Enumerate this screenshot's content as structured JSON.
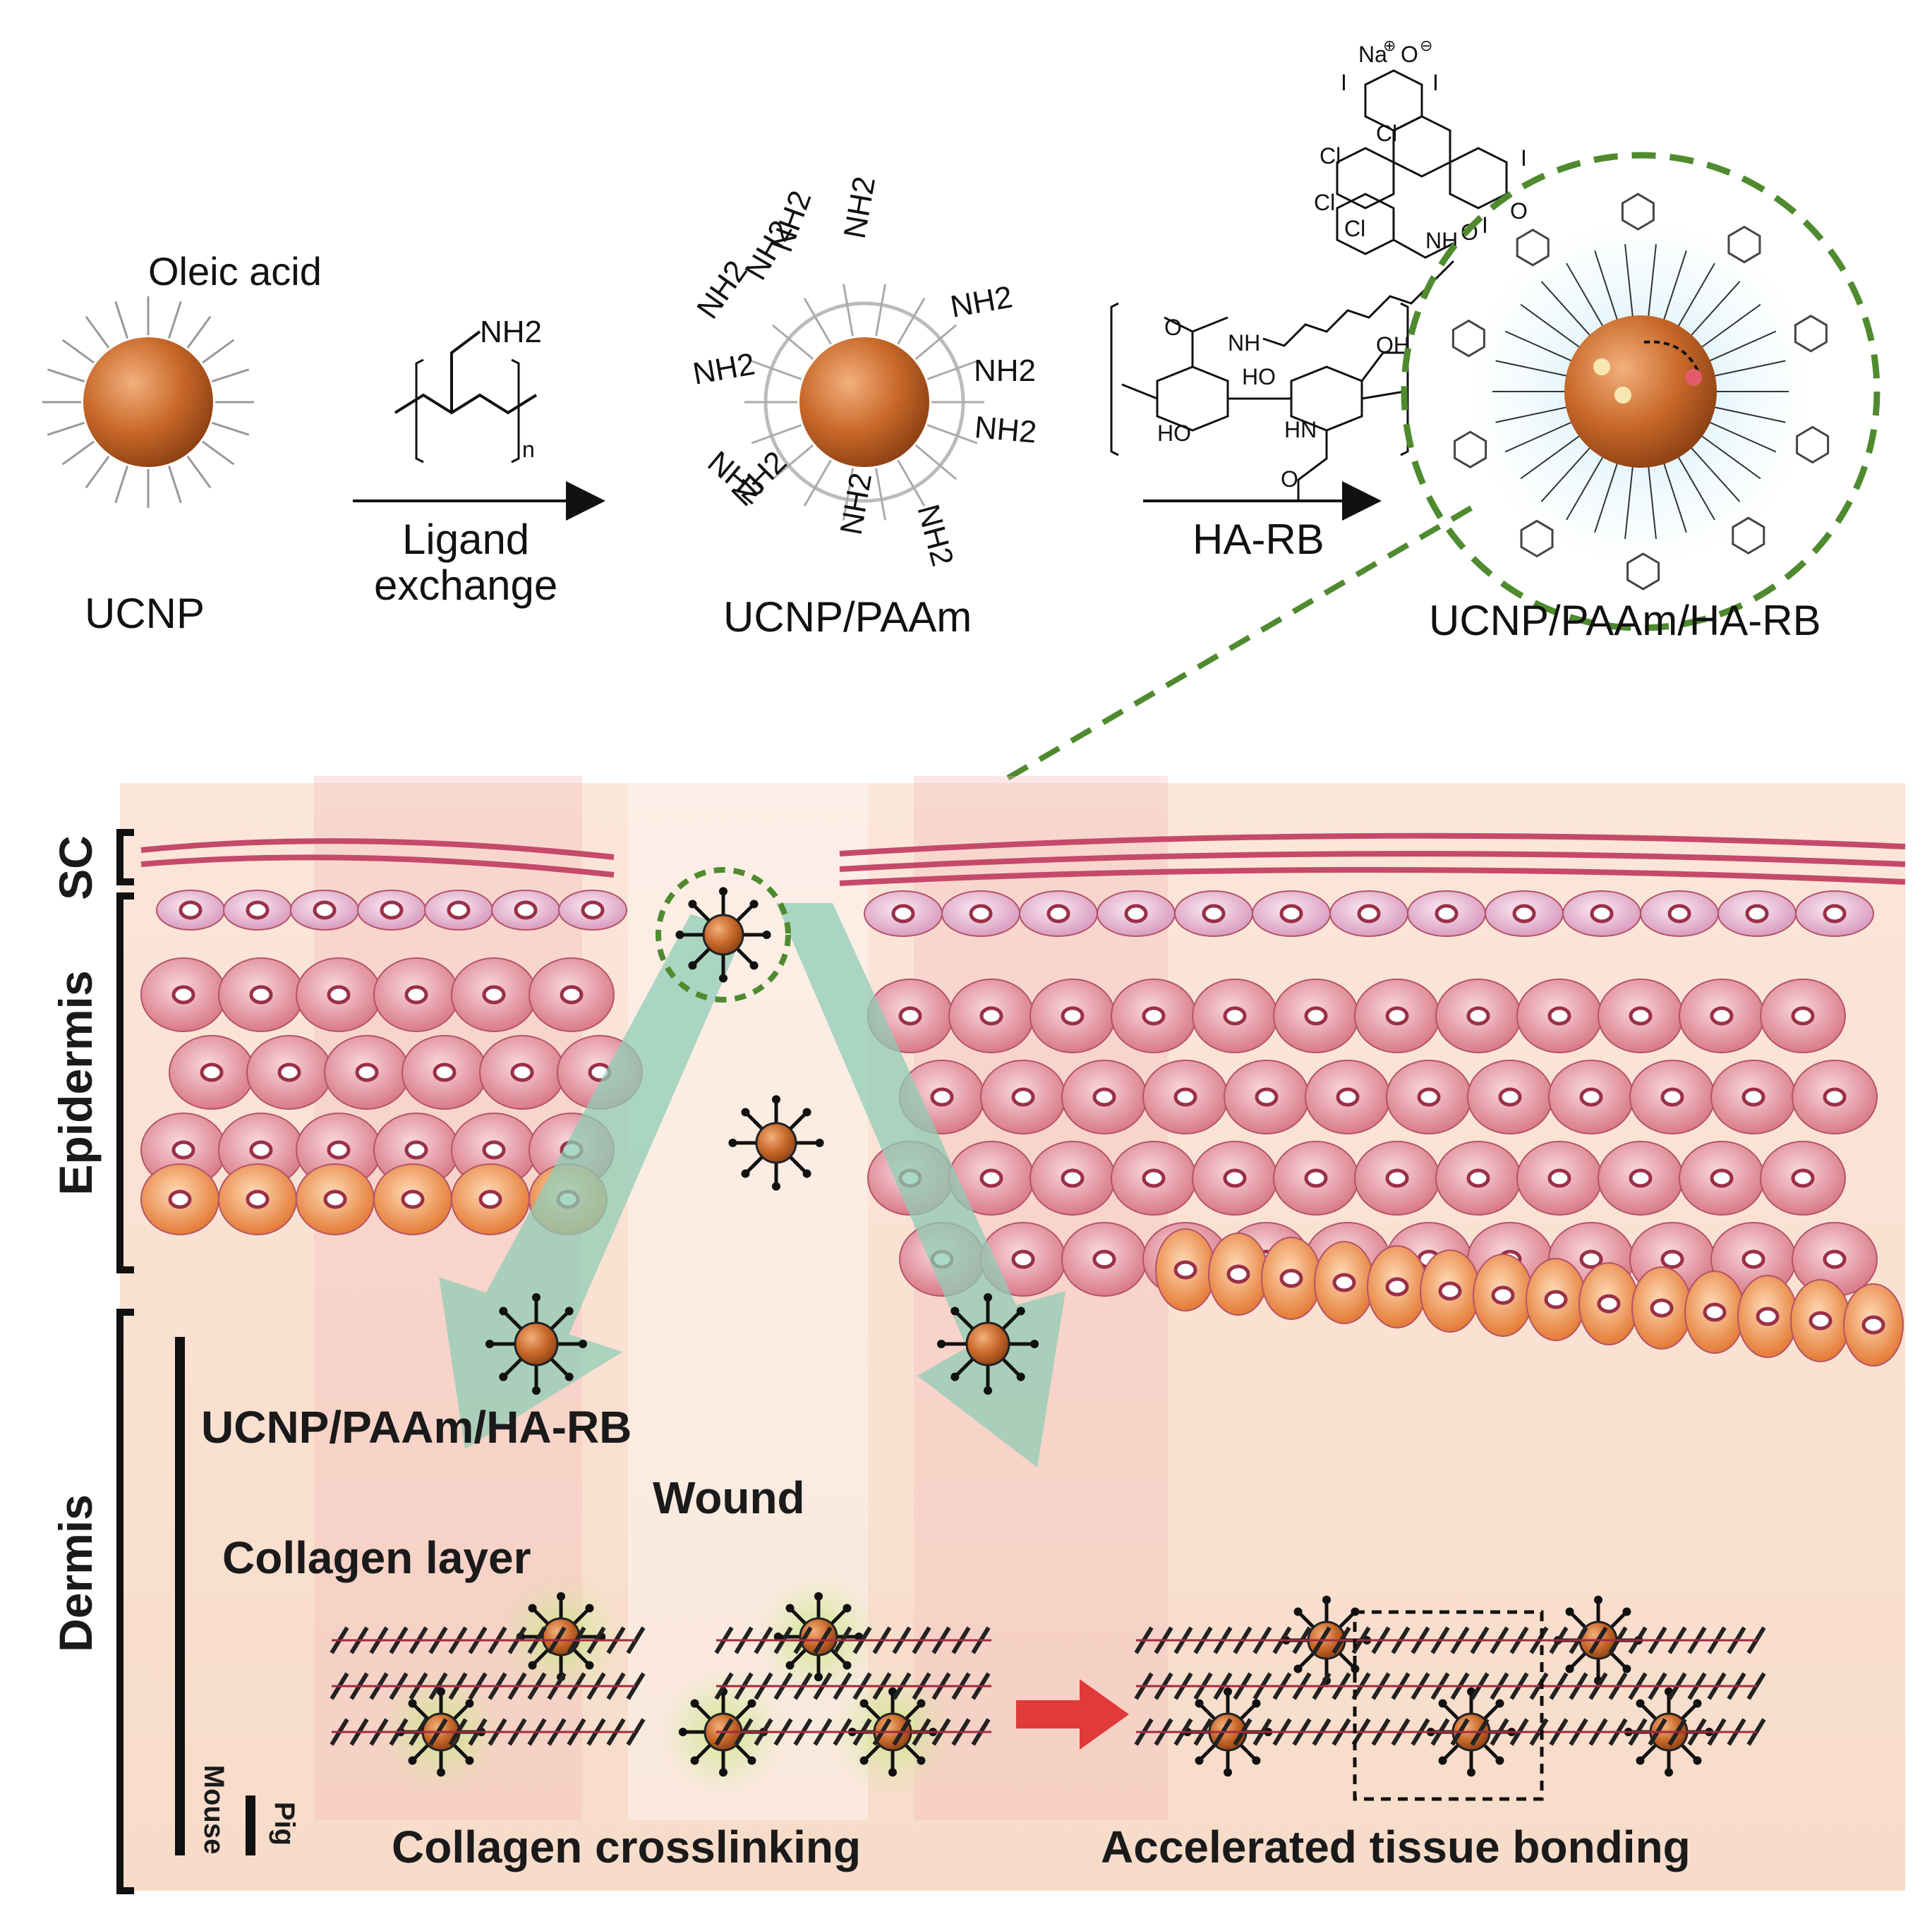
{
  "top": {
    "ucnp_label": "UCNP",
    "oleic_label": "Oleic acid",
    "ligand_label_1": "Ligand",
    "ligand_label_2": "exchange",
    "paam_label": "UCNP/PAAm",
    "harb_arrow_label": "HA-RB",
    "final_label": "UCNP/PAAm/HA-RB",
    "nh2_label": "NH2",
    "polymer_sub": "n",
    "chem_labels": {
      "na": "Na",
      "plus": "⊕",
      "minus": "⊖",
      "o": "O",
      "i": "I",
      "cl": "Cl",
      "nh": "NH",
      "oh": "OH",
      "ho": "HO",
      "hn": "HN"
    }
  },
  "bottom": {
    "layers": [
      "SC",
      "Epidermis",
      "Dermis"
    ],
    "particle_label": "UCNP/PAAm/HA-RB",
    "wound_label": "Wound",
    "collagen_layer_label": "Collagen layer",
    "crosslinking_label": "Collagen crosslinking",
    "bonding_label": "Accelerated tissue bonding",
    "mouse_label": "Mouse",
    "pig_label": "Pig"
  },
  "colors": {
    "particle": "#c8682a",
    "dashed_green": "#4f8a2f",
    "skin_bg": "#f8dccd",
    "cell_pink": "#e18f9d",
    "cell_orange": "#e98e55",
    "arrow_teal": "#8fcdb6",
    "arrow_red": "#e03a3a"
  }
}
